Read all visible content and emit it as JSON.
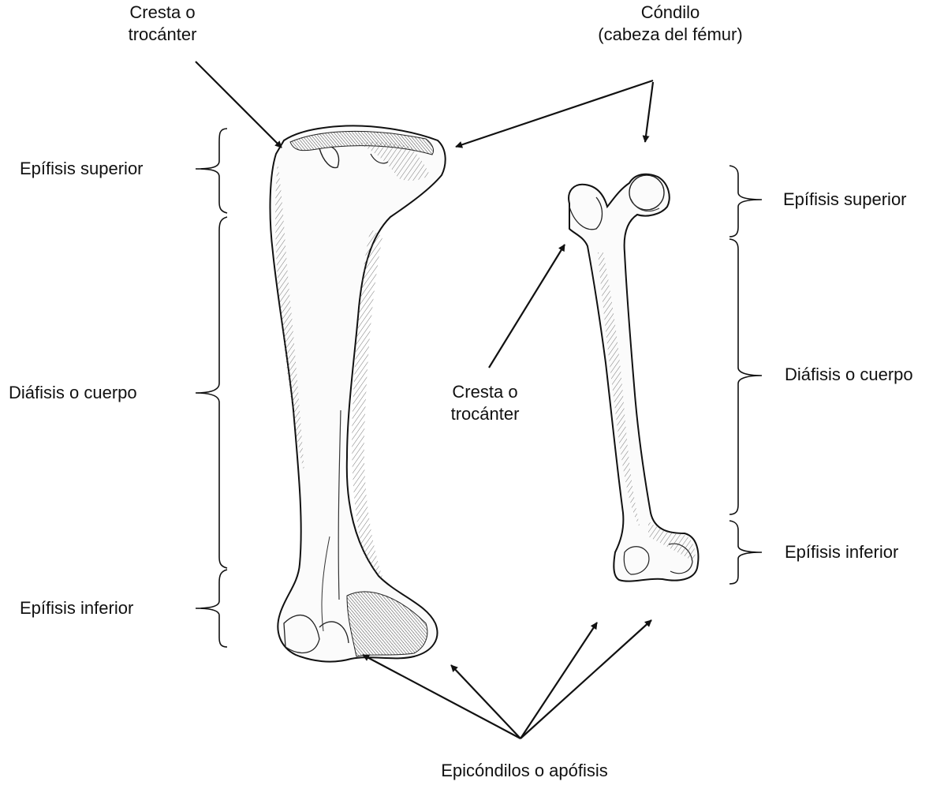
{
  "labels": {
    "cresta_top_left": [
      "Cresta o",
      "trocánter"
    ],
    "condilo": [
      "Cóndilo",
      "(cabeza del fémur)"
    ],
    "epifisis_superior_left": "Epífisis superior",
    "diafisis_left": "Diáfisis o cuerpo",
    "epifisis_inferior_left": "Epífisis inferior",
    "epifisis_superior_right": "Epífisis superior",
    "diafisis_right": "Diáfisis o cuerpo",
    "epifisis_inferior_right": "Epífisis inferior",
    "cresta_center": [
      "Cresta o",
      "trocánter"
    ],
    "epicondilos": "Epicóndilos o apófisis"
  },
  "colors": {
    "ink": "#111111",
    "bone_fill": "#fbfbfb",
    "hatch": "#444444"
  }
}
